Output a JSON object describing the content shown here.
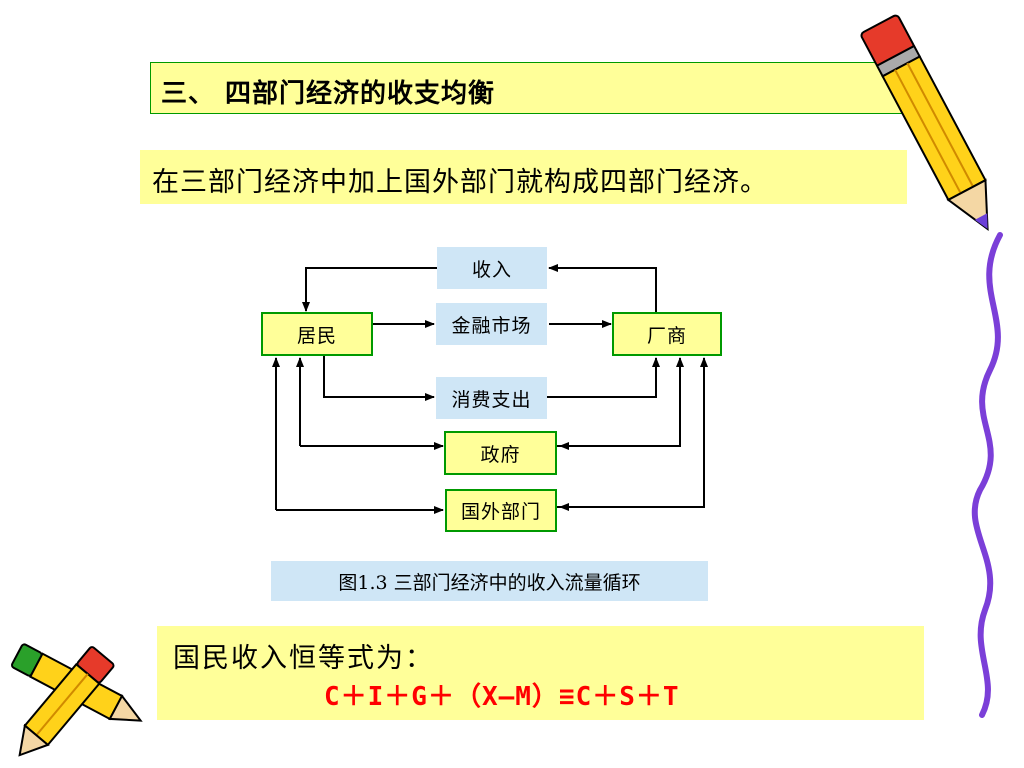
{
  "slide": {
    "title": "三、 四部门经济的收支均衡",
    "intro": "在三部门经济中加上国外部门就构成四部门经济。",
    "caption": "图1.3 三部门经济中的收入流量循环",
    "equation_label": "国民收入恒等式为：",
    "equation": "C＋I＋G＋（X–M）≡C＋S＋T",
    "accent_color": "#ff0000"
  },
  "diagram": {
    "nodes": {
      "income": "收入",
      "household": "居民",
      "financial_market": "金融市场",
      "firm": "厂商",
      "consumption": "消费支出",
      "government": "政府",
      "foreign": "国外部门"
    },
    "edges": [
      {
        "from": "firm",
        "to": "income"
      },
      {
        "from": "income",
        "to": "household"
      },
      {
        "from": "household",
        "to": "financial_market"
      },
      {
        "from": "financial_market",
        "to": "firm"
      },
      {
        "from": "household",
        "to": "consumption"
      },
      {
        "from": "consumption",
        "to": "firm"
      },
      {
        "from": "household",
        "to": "government"
      },
      {
        "from": "government",
        "to": "household"
      },
      {
        "from": "government",
        "to": "firm"
      },
      {
        "from": "firm",
        "to": "government"
      },
      {
        "from": "household",
        "to": "foreign"
      },
      {
        "from": "foreign",
        "to": "household"
      },
      {
        "from": "foreign",
        "to": "firm"
      },
      {
        "from": "firm",
        "to": "foreign"
      }
    ]
  },
  "decorations": {
    "pencil_top_right": "pencil-icon",
    "pencil_bottom_left": "pencil-icon",
    "squiggle_right": "squiggle-line"
  }
}
